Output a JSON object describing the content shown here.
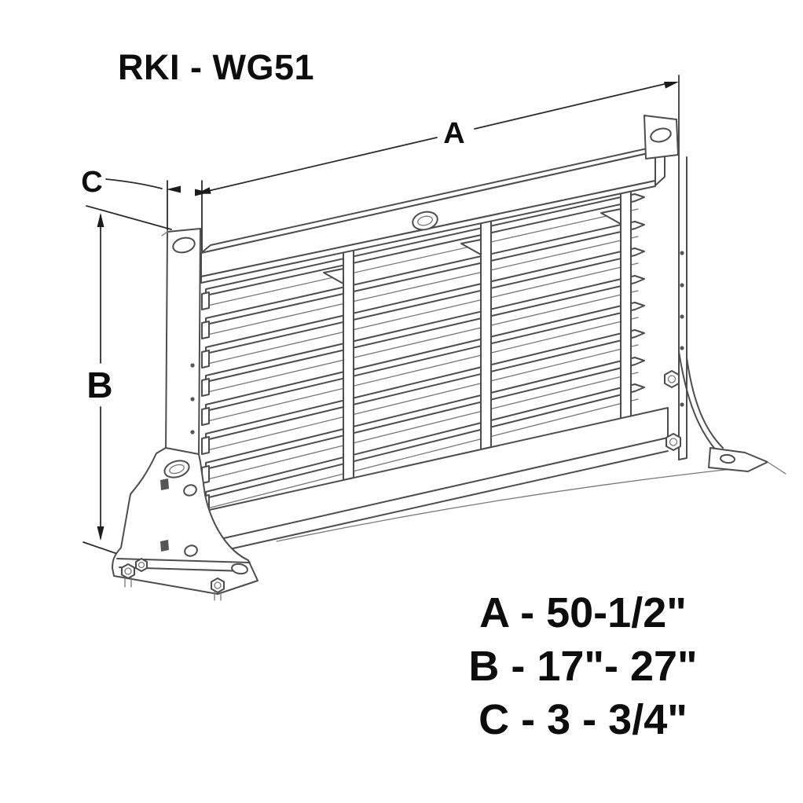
{
  "title": "RKI - WG51",
  "diagram": {
    "description": "Perspective line drawing of a louvered truck rear-window guard with side mounting brackets",
    "dim_a_label": "A",
    "dim_b_label": "B",
    "dim_c_label": "C",
    "louver_slat_count": 8,
    "vertical_strap_count": 3
  },
  "legend": {
    "line_a": {
      "label": "A",
      "value": "50-1/2\"",
      "text": "A - 50-1/2\""
    },
    "line_b": {
      "label": "B",
      "value": "17\"- 27\"",
      "text": "B - 17\"- 27\""
    },
    "line_c": {
      "label": "C",
      "value": "3 - 3/4\"",
      "text": "C - 3 - 3/4\""
    }
  },
  "colors": {
    "background": "#ffffff",
    "line": "#4d4d4d",
    "text": "#0d0d0d"
  }
}
